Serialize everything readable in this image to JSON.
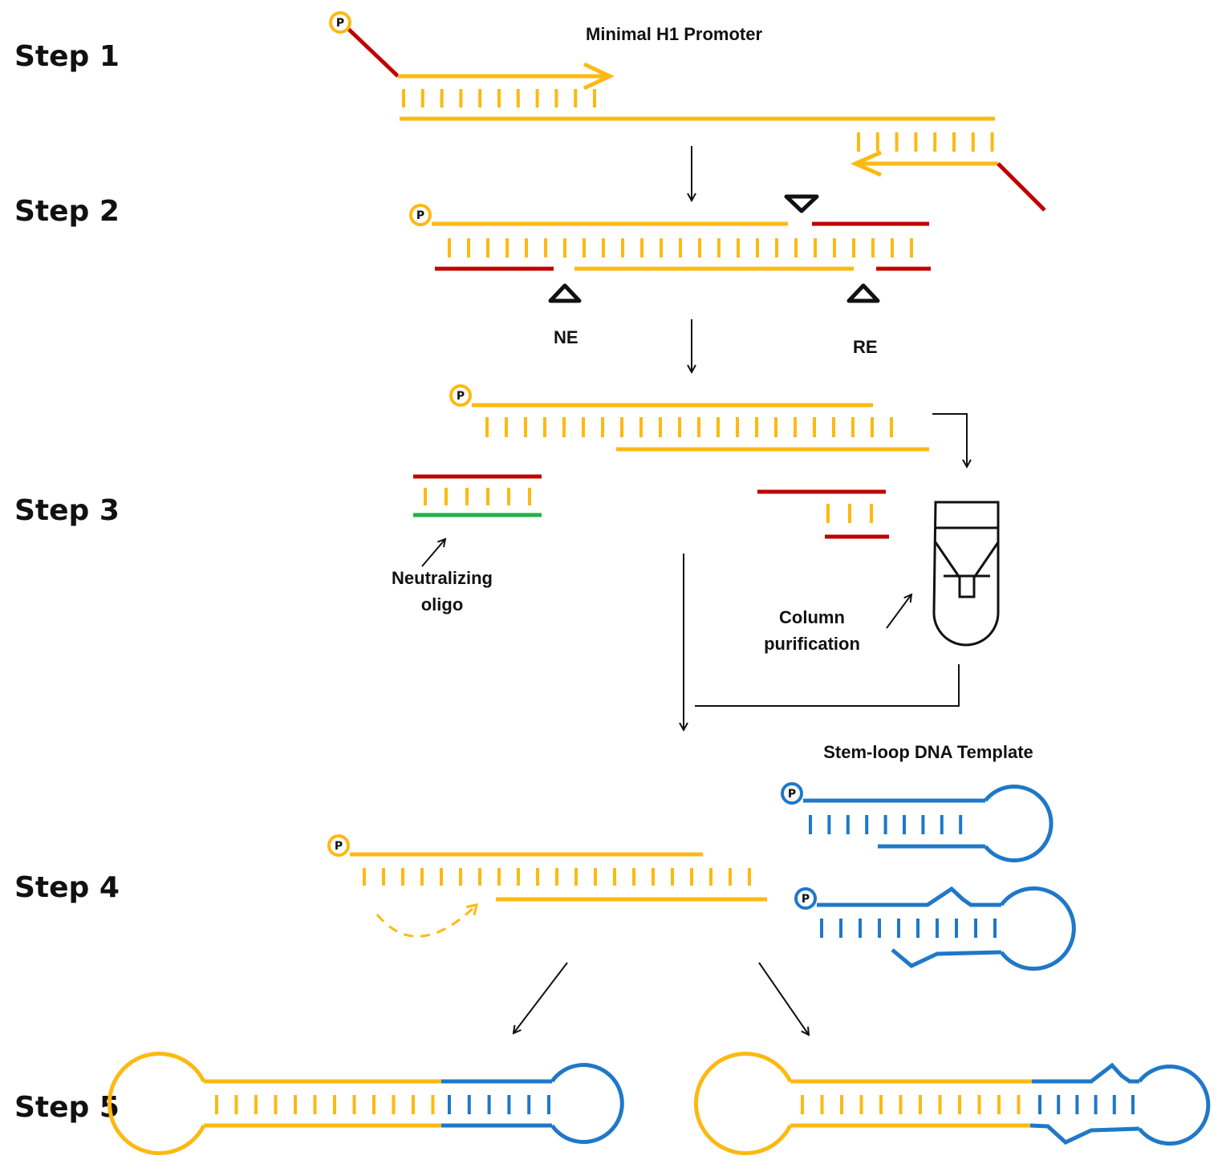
{
  "steps": {
    "step1": "Step 1",
    "step2": "Step 2",
    "step3": "Step 3",
    "step4": "Step 4",
    "step5": "Step 5"
  },
  "labels": {
    "minimal_h1_promoter": "Minimal H1 Promoter",
    "ne": "NE",
    "re": "RE",
    "neutralizing_line1": "Neutralizing",
    "neutralizing_line2": "oligo",
    "column_line1": "Column",
    "column_line2": "purification",
    "stem_loop_template": "Stem-loop DNA Template",
    "phosphate": "P"
  },
  "colors": {
    "yellow": "#FDB913",
    "red": "#C00000",
    "blue": "#1F78C8",
    "green": "#1DB34A",
    "black": "#111111"
  }
}
